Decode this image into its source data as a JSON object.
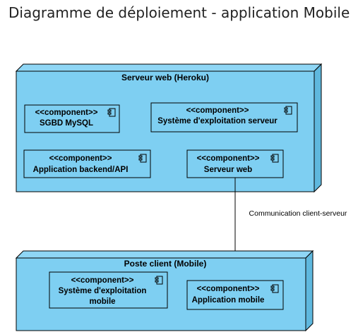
{
  "title": "Diagramme de déploiement - application Mobile",
  "colors": {
    "node_fill": "#7ecff2",
    "node_top": "#8fd6f5",
    "component_fill": "#7ecff2",
    "stroke": "#000000"
  },
  "nodes": [
    {
      "label": "Serveur web (Heroku)",
      "components": [
        {
          "stereotype": "<<component>>",
          "lines": [
            "SGBD MySQL"
          ]
        },
        {
          "stereotype": "<<component>>",
          "lines": [
            "Système d'exploitation serveur"
          ]
        },
        {
          "stereotype": "<<component>>",
          "lines": [
            "Application backend/API"
          ]
        },
        {
          "stereotype": "<<component>>",
          "lines": [
            "Serveur web"
          ]
        }
      ]
    },
    {
      "label": "Poste client (Mobile)",
      "components": [
        {
          "stereotype": "<<component>>",
          "lines": [
            "Système d'exploitation",
            "mobile"
          ]
        },
        {
          "stereotype": "<<component>>",
          "lines": [
            "Application mobile"
          ]
        }
      ]
    }
  ],
  "connector": {
    "label": "Communication client-serveur"
  }
}
